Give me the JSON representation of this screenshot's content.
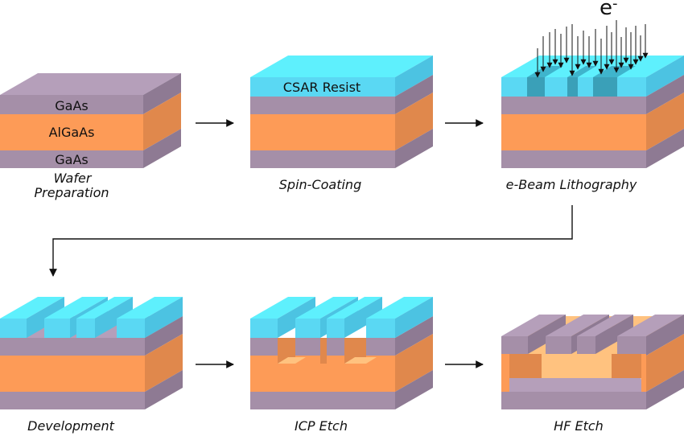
{
  "layers": {
    "top_gaas": "GaAs",
    "algaas": "AlGaAs",
    "bottom_gaas": "GaAs",
    "resist": "CSAR Resist"
  },
  "electron_symbol": "e",
  "electron_superscript": "-",
  "steps": [
    {
      "caption": "Wafer",
      "caption_line2": "Preparation"
    },
    {
      "caption": "Spin-Coating"
    },
    {
      "caption": "e-Beam Lithography"
    },
    {
      "caption": "Development"
    },
    {
      "caption": "ICP Etch"
    },
    {
      "caption": "HF Etch"
    }
  ],
  "colors": {
    "gaas_front": "#a58fa8",
    "gaas_side": "#8e7a93",
    "gaas_top": "#b59fba",
    "algaas_front": "#fd9b57",
    "algaas_side": "#e0884c",
    "resist_front": "#5ad8f3",
    "resist_side": "#4cc3e2",
    "resist_top": "#5ef0fd",
    "exposed_resist": "#3aa0b8",
    "cavity_top": "#ffc27f"
  }
}
